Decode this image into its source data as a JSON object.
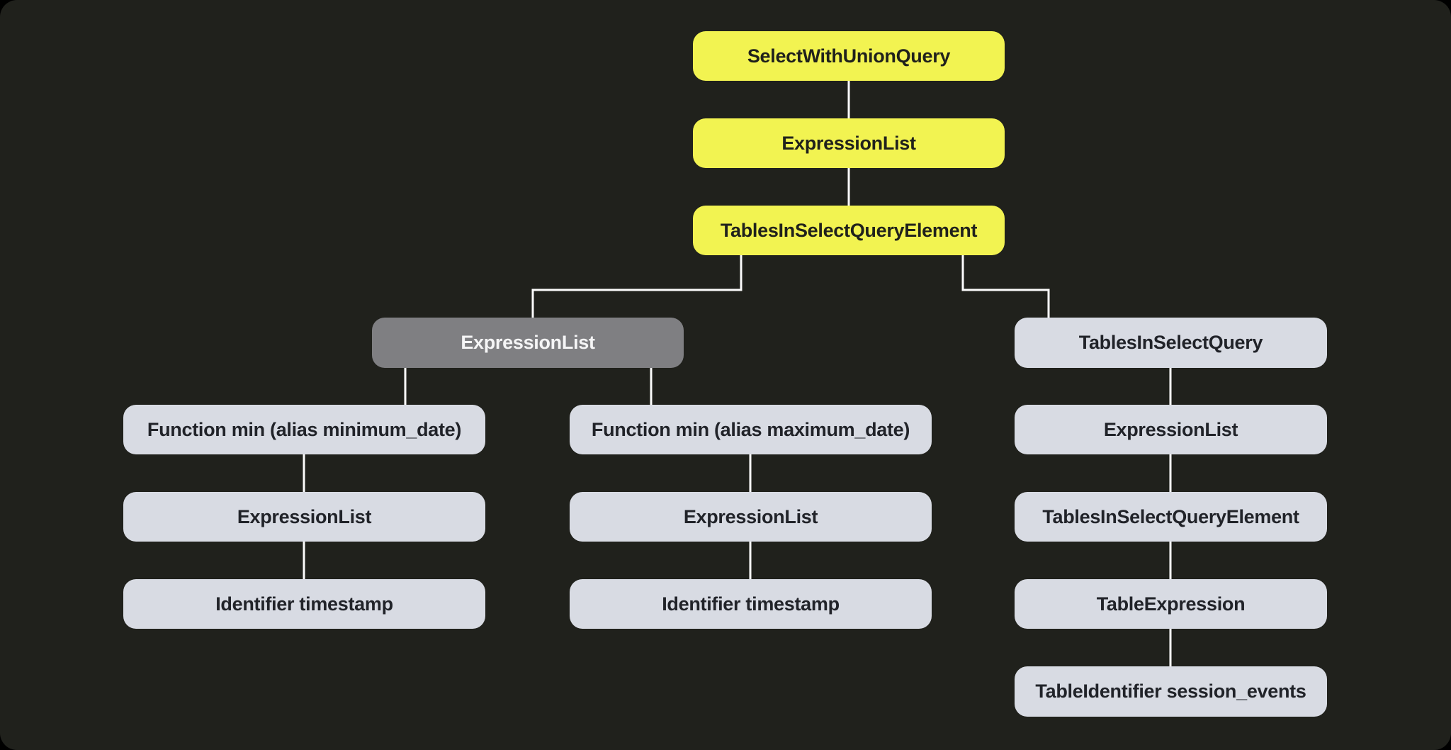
{
  "diagram": {
    "kind": "ast-tree",
    "colors": {
      "background": "#20211c",
      "outer_frame": "#000000",
      "node_root_yellow": "#f2f351",
      "node_default_light": "#d8dbe3",
      "node_selected_gray": "#7f7f82",
      "edge_line": "#fcfcfc",
      "text_on_yellow": "#20211c",
      "text_on_light": "#212329",
      "text_on_gray": "#f5f5f6"
    }
  },
  "tree": {
    "nodes": [
      {
        "label": "SelectWithUnionQuery",
        "variant": "yellow",
        "selected": false
      },
      {
        "label": "ExpressionList",
        "variant": "yellow",
        "selected": false
      },
      {
        "label": "TablesInSelectQueryElement",
        "variant": "yellow",
        "selected": false
      },
      {
        "label": "ExpressionList",
        "variant": "gray",
        "selected": true
      },
      {
        "label": "TablesInSelectQuery",
        "variant": "light",
        "selected": false
      },
      {
        "label": "Function min (alias minimum_date)",
        "variant": "light",
        "selected": false
      },
      {
        "label": "Function min (alias maximum_date)",
        "variant": "light",
        "selected": false
      },
      {
        "label": "ExpressionList",
        "variant": "light",
        "selected": false
      },
      {
        "label": "ExpressionList",
        "variant": "light",
        "selected": false
      },
      {
        "label": "ExpressionList",
        "variant": "light",
        "selected": false
      },
      {
        "label": "TablesInSelectQueryElement",
        "variant": "light",
        "selected": false
      },
      {
        "label": "Identifier timestamp",
        "variant": "light",
        "selected": false
      },
      {
        "label": "Identifier timestamp",
        "variant": "light",
        "selected": false
      },
      {
        "label": "TableExpression",
        "variant": "light",
        "selected": false
      },
      {
        "label": "TableIdentifier session_events",
        "variant": "light",
        "selected": false
      }
    ],
    "edges": [
      {
        "from": 0,
        "to": 1
      },
      {
        "from": 1,
        "to": 2
      },
      {
        "from": 2,
        "to": 3
      },
      {
        "from": 2,
        "to": 4
      },
      {
        "from": 3,
        "to": 5
      },
      {
        "from": 3,
        "to": 6
      },
      {
        "from": 4,
        "to": 7
      },
      {
        "from": 5,
        "to": 8
      },
      {
        "from": 6,
        "to": 9
      },
      {
        "from": 7,
        "to": 10
      },
      {
        "from": 8,
        "to": 11
      },
      {
        "from": 9,
        "to": 12
      },
      {
        "from": 10,
        "to": 13
      },
      {
        "from": 13,
        "to": 14
      }
    ]
  }
}
